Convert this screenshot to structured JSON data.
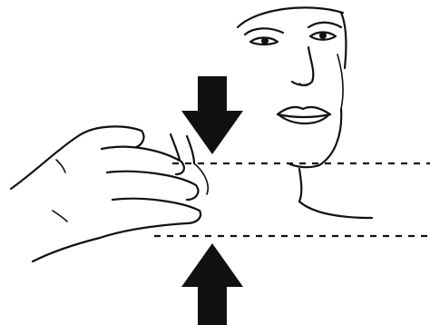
{
  "diagram": {
    "ink_color": "#111111",
    "background_color": "#ffffff",
    "figures": [
      "face-profile",
      "hand-grip"
    ],
    "arrows": [
      {
        "name": "top-arrow",
        "direction": "down"
      },
      {
        "name": "bottom-arrow",
        "direction": "up"
      }
    ],
    "guide_lines": [
      "upper-dashed-line",
      "lower-dashed-line"
    ]
  }
}
